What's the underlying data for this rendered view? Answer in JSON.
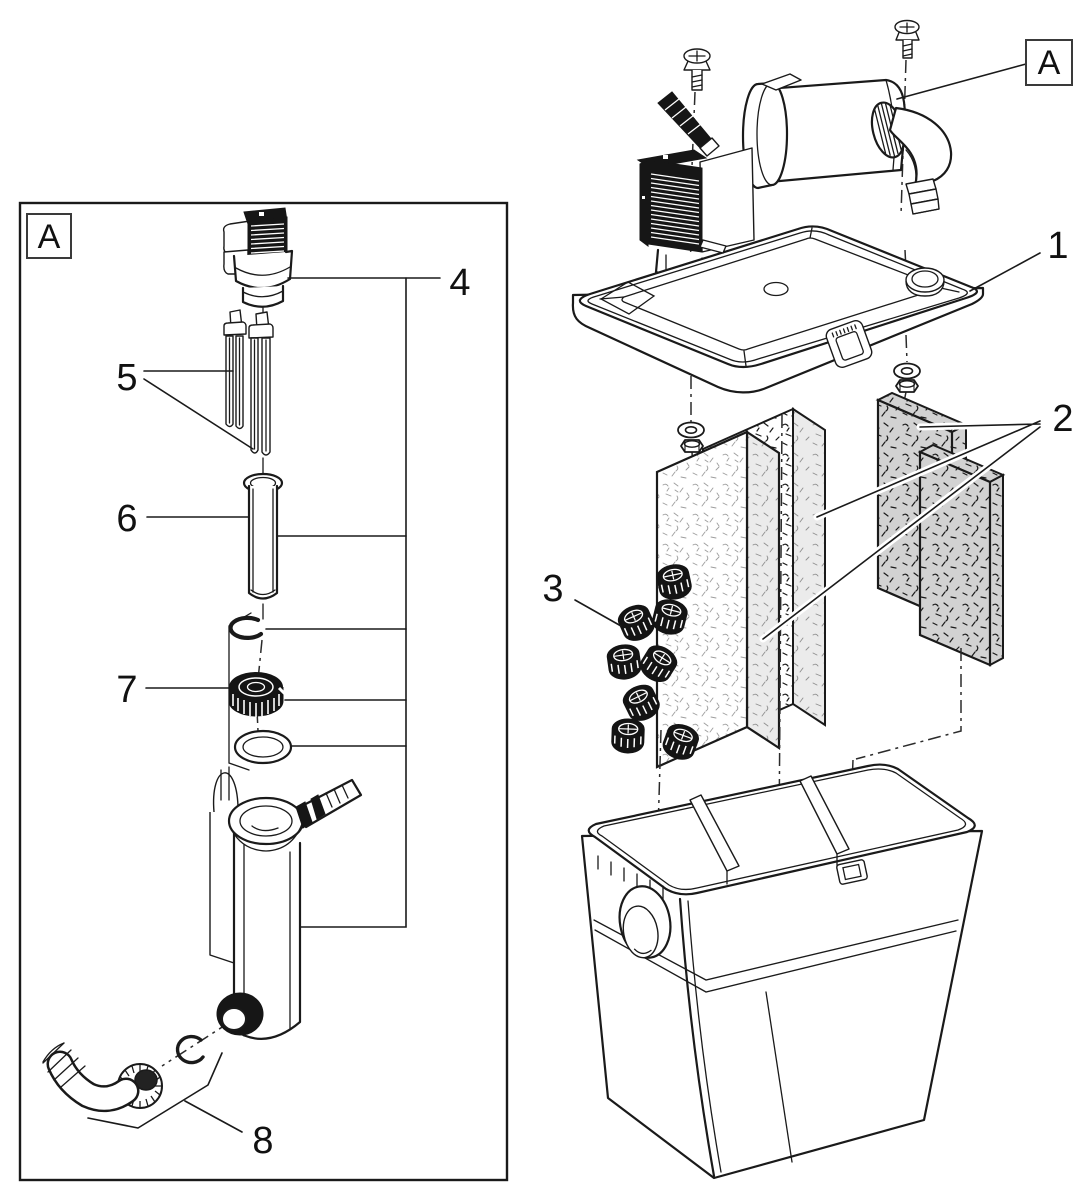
{
  "colors": {
    "background": "#ffffff",
    "line": "#1a1a1a",
    "foam_gray": "#d2d2d2",
    "foam_white": "#ffffff",
    "media_black": "#141414"
  },
  "detail_view": {
    "view_label": "A",
    "callouts": {
      "c4": "4",
      "c5": "5",
      "c6": "6",
      "c7": "7",
      "c8": "8"
    }
  },
  "main_view": {
    "view_label": "A",
    "callouts": {
      "c1": "1",
      "c2": "2",
      "c3": "3"
    }
  }
}
